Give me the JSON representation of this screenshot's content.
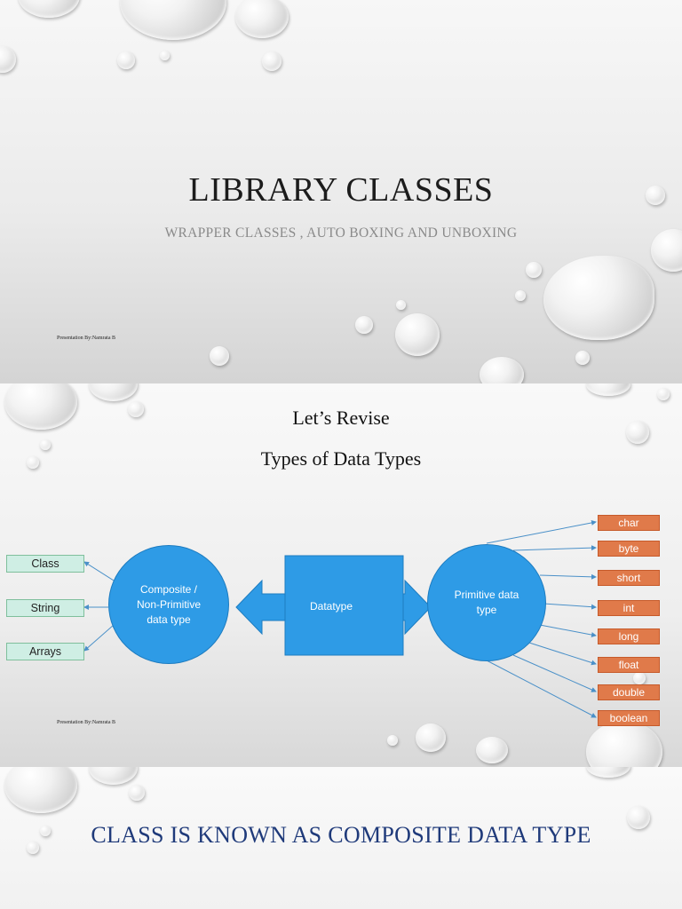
{
  "slide1": {
    "title": "LIBRARY CLASSES",
    "subtitle": "WRAPPER CLASSES , AUTO BOXING AND UNBOXING",
    "presenter": "Presentation By:Namrata B"
  },
  "slide2": {
    "heading1": "Let’s Revise",
    "heading2": "Types of Data Types",
    "center": "Datatype",
    "composite": "Composite / Non-Primitive data type",
    "primitive": "Primitive data type",
    "composite_items": [
      "Class",
      "String",
      "Arrays"
    ],
    "primitive_items": [
      "char",
      "byte",
      "short",
      "int",
      "long",
      "float",
      "double",
      "boolean"
    ],
    "presenter": "Presentation By:Namrata B",
    "colors": {
      "shape_fill": "#2e9be6",
      "composite_box": "#cfeee4",
      "primitive_box": "#e07a4a",
      "connector": "#4a90c8"
    }
  },
  "slide3": {
    "title": "CLASS IS KNOWN AS COMPOSITE DATA TYPE",
    "title_color": "#1f3a7a"
  }
}
